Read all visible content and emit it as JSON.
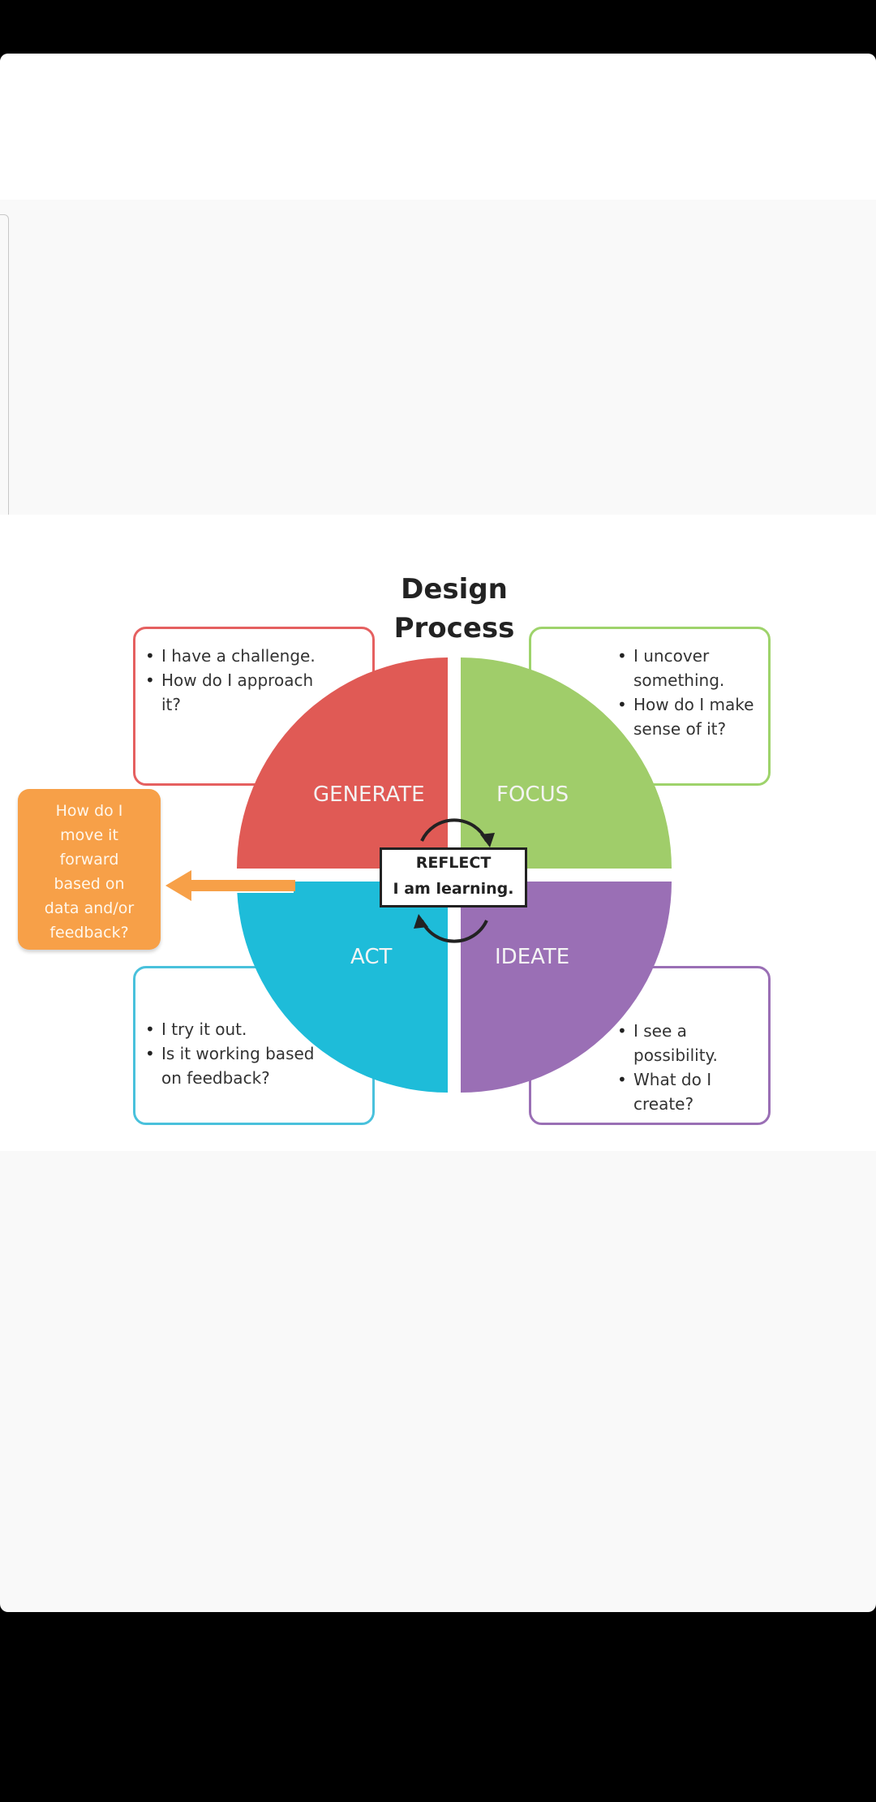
{
  "diagram": {
    "title_line1": "Design",
    "title_line2": "Process",
    "quadrants": {
      "generate": {
        "label": "GENERATE",
        "color": "#e05a55",
        "bullets": [
          "I have a challenge.",
          "How do I approach it?"
        ]
      },
      "focus": {
        "label": "FOCUS",
        "color": "#a0cd6a",
        "bullets": [
          "I uncover something.",
          "How do I make sense of it?"
        ]
      },
      "act": {
        "label": "ACT",
        "color": "#1ebcd9",
        "bullets": [
          "I try it out.",
          "Is it working based on feedback?"
        ]
      },
      "ideate": {
        "label": "IDEATE",
        "color": "#9a6fb5",
        "bullets": [
          "I see a possibility.",
          "What do I create?"
        ]
      }
    },
    "center": {
      "line1": "REFLECT",
      "line2": "I am learning."
    },
    "side_note": {
      "lines": [
        "How do I",
        "move it",
        "forward",
        "based on",
        "data and/or",
        "feedback?"
      ],
      "color": "#f7a048"
    }
  }
}
